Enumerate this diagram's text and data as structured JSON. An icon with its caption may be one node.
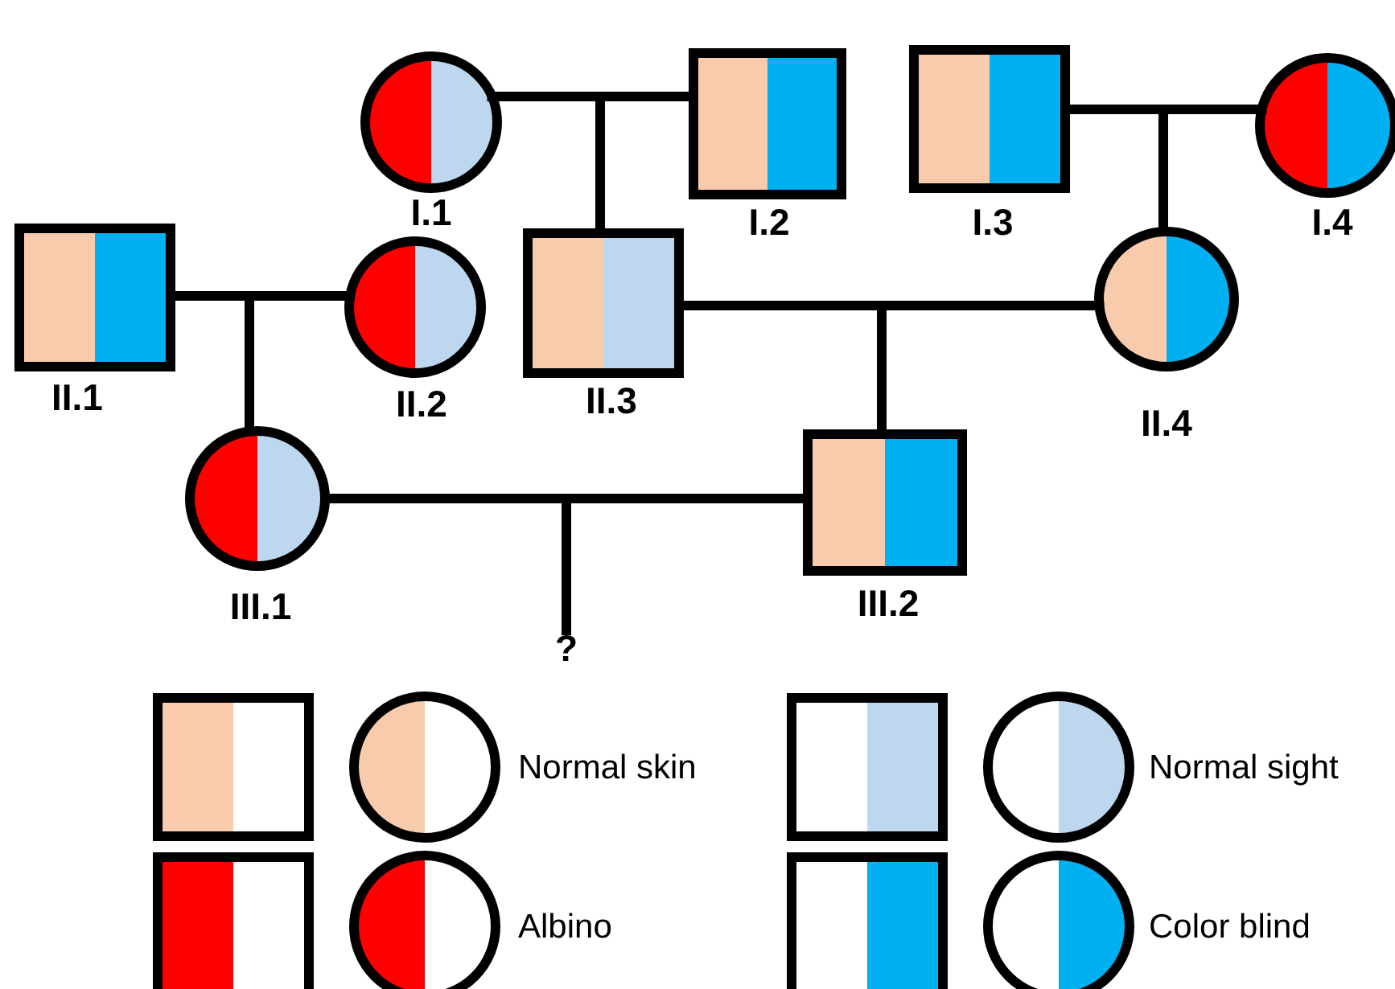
{
  "diagram": {
    "nodes": [
      {
        "text": [
          "I.1"
        ]
      },
      {
        "text": [
          "I.2"
        ]
      },
      {
        "text": [
          "I.3"
        ]
      },
      {
        "text": [
          "I.4"
        ]
      },
      {
        "text": [
          "II.1"
        ]
      },
      {
        "text": [
          "II.2"
        ]
      },
      {
        "text": [
          "II.3"
        ]
      },
      {
        "text": [
          "II.4"
        ]
      },
      {
        "text": [
          "III.1"
        ]
      },
      {
        "text": [
          "III.2"
        ]
      },
      {
        "text": [
          "?"
        ]
      }
    ],
    "edges": [
      {
        "from": 0,
        "to": 1,
        "arrow": "none"
      },
      {
        "from": 0,
        "to": 6,
        "arrow": "none"
      },
      {
        "from": 1,
        "to": 6,
        "arrow": "none"
      },
      {
        "from": 2,
        "to": 3,
        "arrow": "none"
      },
      {
        "from": 2,
        "to": 7,
        "arrow": "none"
      },
      {
        "from": 3,
        "to": 7,
        "arrow": "none"
      },
      {
        "from": 4,
        "to": 5,
        "arrow": "none"
      },
      {
        "from": 4,
        "to": 8,
        "arrow": "none"
      },
      {
        "from": 5,
        "to": 8,
        "arrow": "none"
      },
      {
        "from": 6,
        "to": 7,
        "arrow": "none"
      },
      {
        "from": 6,
        "to": 9,
        "arrow": "none"
      },
      {
        "from": 7,
        "to": 9,
        "arrow": "none"
      },
      {
        "from": 8,
        "to": 9,
        "arrow": "none"
      },
      {
        "from": 8,
        "to": 10,
        "arrow": "none"
      },
      {
        "from": 9,
        "to": 10,
        "arrow": "none"
      }
    ],
    "legend": [
      {
        "text": "Normal skin",
        "color": "#f8cbad"
      },
      {
        "text": "Albino",
        "color": "#ff0000"
      },
      {
        "text": "Normal sight",
        "color": "#bdd7ee"
      },
      {
        "text": "Color blind",
        "color": "#00b0f0"
      }
    ]
  }
}
